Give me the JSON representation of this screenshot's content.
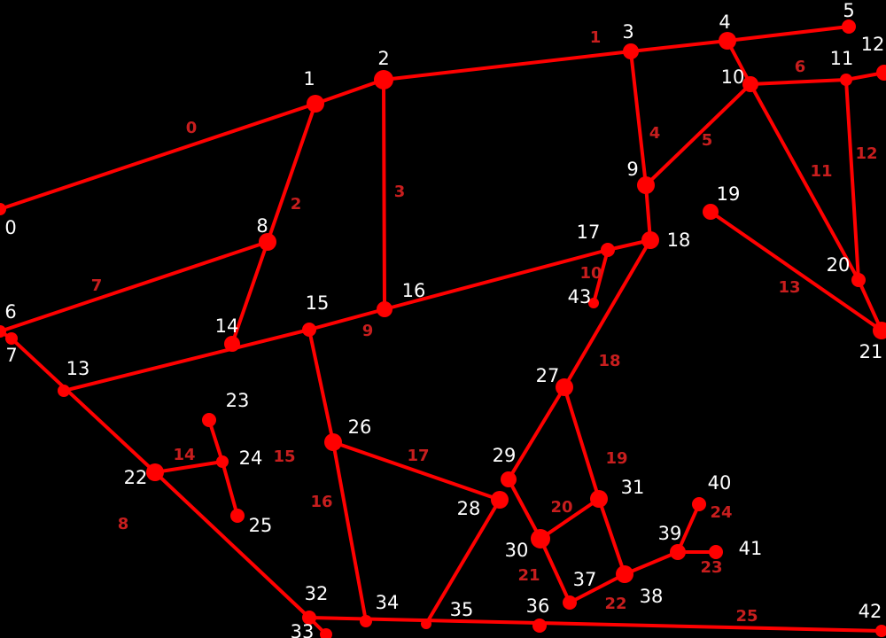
{
  "graph": {
    "colors": {
      "background": "#000000",
      "edge": "#ff0000",
      "node": "#ff0000",
      "node_label": "#ffffff",
      "edge_label": "#c81e1e"
    },
    "nodes": [
      {
        "id": "0",
        "label": "0"
      },
      {
        "id": "1",
        "label": "1"
      },
      {
        "id": "2",
        "label": "2"
      },
      {
        "id": "3",
        "label": "3"
      },
      {
        "id": "4",
        "label": "4"
      },
      {
        "id": "5",
        "label": "5"
      },
      {
        "id": "6",
        "label": "6"
      },
      {
        "id": "7",
        "label": "7"
      },
      {
        "id": "8",
        "label": "8"
      },
      {
        "id": "9",
        "label": "9"
      },
      {
        "id": "10",
        "label": "10"
      },
      {
        "id": "11",
        "label": "11"
      },
      {
        "id": "12",
        "label": "12"
      },
      {
        "id": "13",
        "label": "13"
      },
      {
        "id": "14",
        "label": "14"
      },
      {
        "id": "15",
        "label": "15"
      },
      {
        "id": "16",
        "label": "16"
      },
      {
        "id": "17",
        "label": "17"
      },
      {
        "id": "18",
        "label": "18"
      },
      {
        "id": "19",
        "label": "19"
      },
      {
        "id": "20",
        "label": "20"
      },
      {
        "id": "21",
        "label": "21"
      },
      {
        "id": "22",
        "label": "22"
      },
      {
        "id": "23",
        "label": "23"
      },
      {
        "id": "24",
        "label": "24"
      },
      {
        "id": "25",
        "label": "25"
      },
      {
        "id": "26",
        "label": "26"
      },
      {
        "id": "27",
        "label": "27"
      },
      {
        "id": "28",
        "label": "28"
      },
      {
        "id": "29",
        "label": "29"
      },
      {
        "id": "30",
        "label": "30"
      },
      {
        "id": "31",
        "label": "31"
      },
      {
        "id": "32",
        "label": "32"
      },
      {
        "id": "33",
        "label": "33"
      },
      {
        "id": "34",
        "label": "34"
      },
      {
        "id": "35",
        "label": "35"
      },
      {
        "id": "36",
        "label": "36"
      },
      {
        "id": "37",
        "label": "37"
      },
      {
        "id": "38",
        "label": "38"
      },
      {
        "id": "39",
        "label": "39"
      },
      {
        "id": "40",
        "label": "40"
      },
      {
        "id": "41",
        "label": "41"
      },
      {
        "id": "42",
        "label": "42"
      },
      {
        "id": "43",
        "label": "43"
      }
    ],
    "edges": [
      {
        "from": "0",
        "to": "1"
      },
      {
        "from": "1",
        "to": "2"
      },
      {
        "from": "2",
        "to": "3"
      },
      {
        "from": "3",
        "to": "4"
      },
      {
        "from": "4",
        "to": "5"
      },
      {
        "from": "1",
        "to": "8"
      },
      {
        "from": "2",
        "to": "16"
      },
      {
        "from": "3",
        "to": "9"
      },
      {
        "from": "9",
        "to": "10"
      },
      {
        "from": "4",
        "to": "10"
      },
      {
        "from": "10",
        "to": "11"
      },
      {
        "from": "11",
        "to": "12"
      },
      {
        "from": "10",
        "to": "20"
      },
      {
        "from": "11",
        "to": "20"
      },
      {
        "from": "20",
        "to": "21"
      },
      {
        "from": "19",
        "to": "21"
      },
      {
        "from": "9",
        "to": "18"
      },
      {
        "from": "6",
        "to": "8"
      },
      {
        "from": "8",
        "to": "14"
      },
      {
        "from": "6",
        "to": "7"
      },
      {
        "from": "7",
        "to": "22"
      },
      {
        "from": "22",
        "to": "32"
      },
      {
        "from": "13",
        "to": "15"
      },
      {
        "from": "15",
        "to": "16"
      },
      {
        "from": "16",
        "to": "17"
      },
      {
        "from": "17",
        "to": "18"
      },
      {
        "from": "17",
        "to": "43"
      },
      {
        "from": "18",
        "to": "27"
      },
      {
        "from": "15",
        "to": "26"
      },
      {
        "from": "26",
        "to": "34"
      },
      {
        "from": "26",
        "to": "28"
      },
      {
        "from": "22",
        "to": "24"
      },
      {
        "from": "23",
        "to": "24"
      },
      {
        "from": "24",
        "to": "25"
      },
      {
        "from": "27",
        "to": "29"
      },
      {
        "from": "27",
        "to": "31"
      },
      {
        "from": "29",
        "to": "30"
      },
      {
        "from": "30",
        "to": "31"
      },
      {
        "from": "30",
        "to": "37"
      },
      {
        "from": "31",
        "to": "38"
      },
      {
        "from": "37",
        "to": "38"
      },
      {
        "from": "38",
        "to": "39"
      },
      {
        "from": "39",
        "to": "40"
      },
      {
        "from": "39",
        "to": "41"
      },
      {
        "from": "28",
        "to": "35"
      },
      {
        "from": "32",
        "to": "33"
      },
      {
        "from": "32",
        "to": "42"
      }
    ],
    "edge_labels": [
      "0",
      "1",
      "2",
      "3",
      "4",
      "5",
      "6",
      "7",
      "8",
      "9",
      "10",
      "11",
      "12",
      "13",
      "14",
      "15",
      "16",
      "17",
      "18",
      "19",
      "20",
      "21",
      "22",
      "23",
      "24",
      "25"
    ]
  }
}
